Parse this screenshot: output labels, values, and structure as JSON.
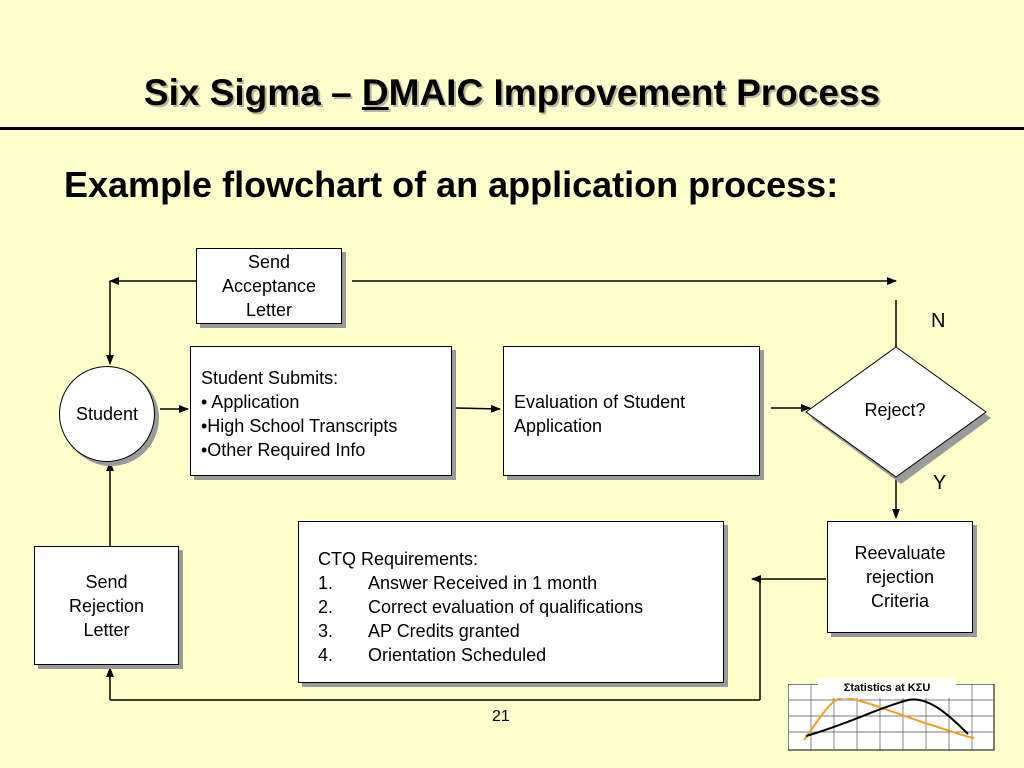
{
  "title": {
    "pre": "Six Sigma – ",
    "underlined": "D",
    "post": "MAIC Improvement Process"
  },
  "subtitle": "Example flowchart of an application process:",
  "nodes": {
    "acceptance": [
      "Send",
      "Acceptance",
      "Letter"
    ],
    "student": "Student",
    "submits": [
      "Student Submits:",
      "• Application",
      "•High School Transcripts",
      "•Other Required Info"
    ],
    "evaluation": [
      "Evaluation of Student",
      "Application"
    ],
    "reject": "Reject?",
    "reevaluate": [
      "Reevaluate",
      "rejection",
      "Criteria"
    ],
    "rejection_letter": [
      "Send",
      "Rejection",
      "Letter"
    ]
  },
  "ctq": {
    "heading": "CTQ Requirements:",
    "items": [
      {
        "num": "1.",
        "text": "Answer Received in 1 month"
      },
      {
        "num": "2.",
        "text": "Correct evaluation of qualifications"
      },
      {
        "num": "3.",
        "text": "AP Credits granted"
      },
      {
        "num": "4.",
        "text": "Orientation Scheduled"
      }
    ]
  },
  "branch_labels": {
    "no": "N",
    "yes": "Y"
  },
  "page_number": "21",
  "logo_text": "Σtatistics at KΣU",
  "colors": {
    "background": "#ffffcc",
    "box": "#ffffff",
    "shadow": "#9a9a9a",
    "logo_curve": "#f0a020"
  }
}
